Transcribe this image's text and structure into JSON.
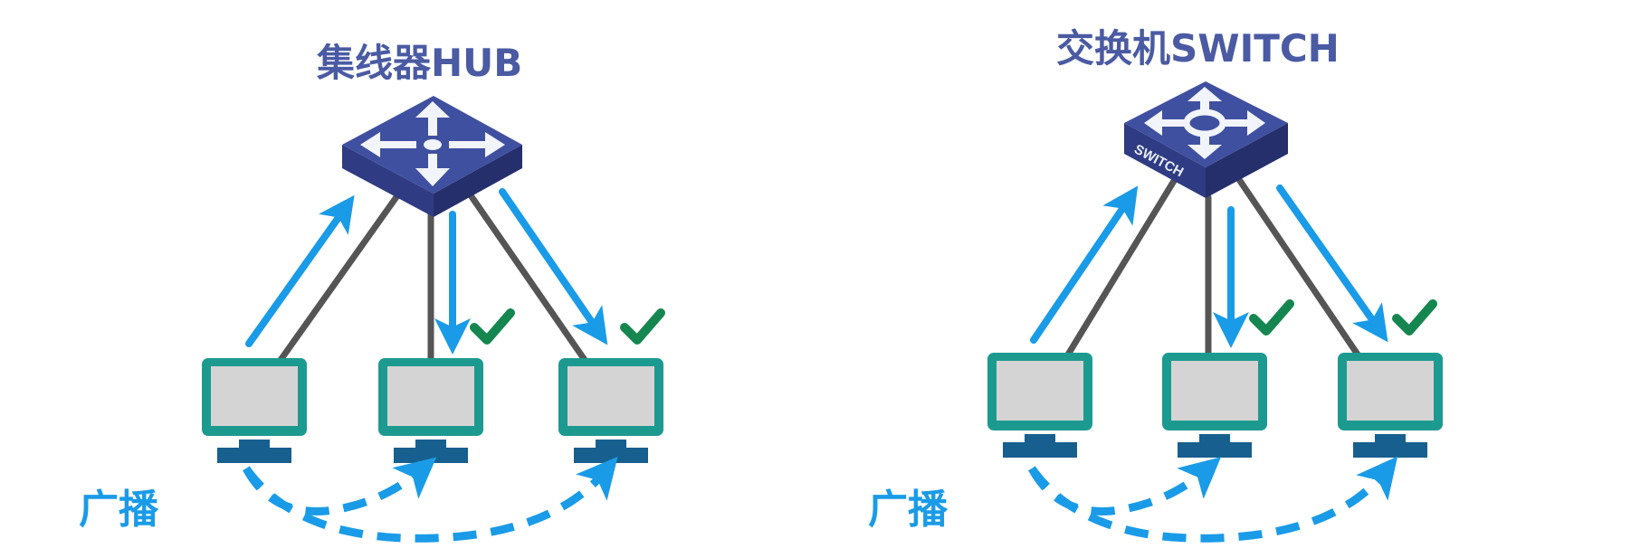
{
  "hub_panel": {
    "title": "集线器HUB",
    "broadcast_label": "广播"
  },
  "switch_panel": {
    "title": "交换机SWITCH",
    "device_label": "SWITCH",
    "broadcast_label": "广播"
  },
  "colors": {
    "title": "#4a5aa3",
    "flow_arrow": "#1a9be8",
    "cable": "#555555",
    "monitor_frame": "#1d9a90",
    "monitor_screen": "#d4d4d4",
    "monitor_stand": "#175f8e",
    "check": "#15864f",
    "device_top": "#4050a0",
    "device_side_left": "#2f3b82",
    "device_side_right": "#252f6c"
  }
}
